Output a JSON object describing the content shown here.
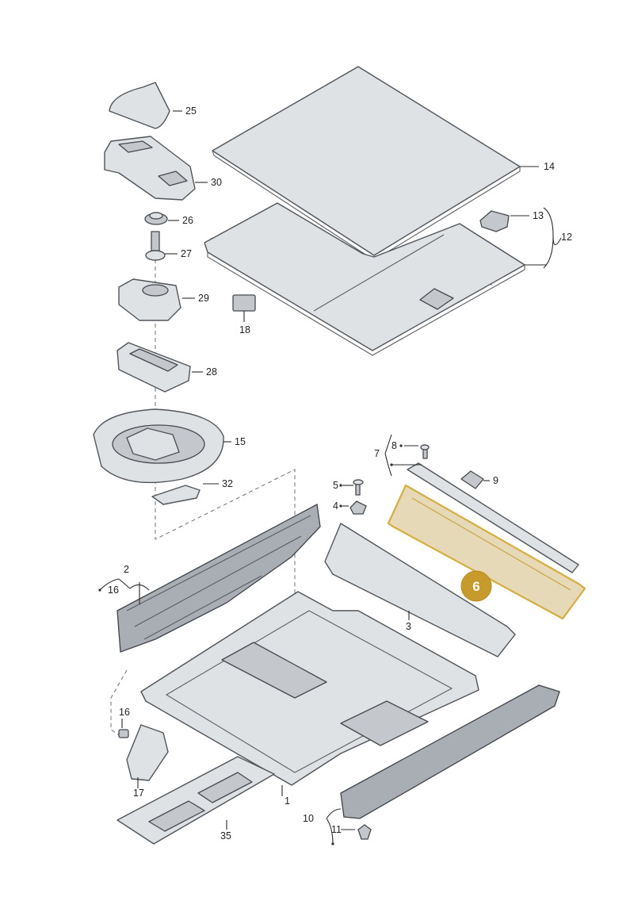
{
  "diagram": {
    "callouts": {
      "c25": "25",
      "c30": "30",
      "c26": "26",
      "c27": "27",
      "c29": "29",
      "c28": "28",
      "c15": "15",
      "c32": "32",
      "c14": "14",
      "c13": "13",
      "c12": "12",
      "c18": "18",
      "c8": "8",
      "c7": "7",
      "c9": "9",
      "c5": "5",
      "c4": "4",
      "c2": "2",
      "c16a": "16",
      "c3": "3",
      "c16b": "16",
      "c17": "17",
      "c1": "1",
      "c35": "35",
      "c10": "10",
      "c11": "11"
    },
    "highlight": {
      "label": "6",
      "fill_color": "#e6d9b8",
      "outline_color": "#d9ad3c",
      "badge_color": "#c79a2c"
    }
  }
}
